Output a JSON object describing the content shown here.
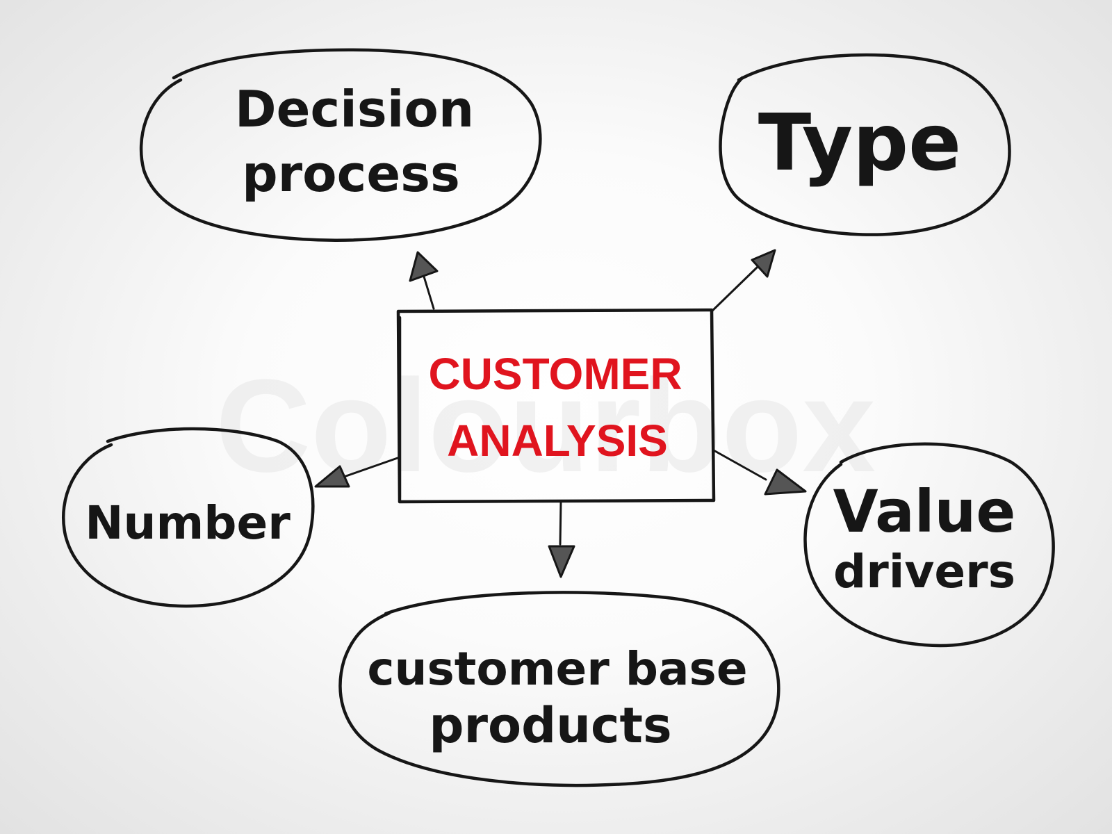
{
  "center": {
    "line1": "CUSTOMER",
    "line2": "ANALYSIS",
    "color": "#e0141e"
  },
  "branches": [
    {
      "id": "decision-process",
      "lines": [
        "Decision",
        "process"
      ]
    },
    {
      "id": "type",
      "lines": [
        "Type"
      ]
    },
    {
      "id": "number",
      "lines": [
        "Number"
      ]
    },
    {
      "id": "value-drivers",
      "lines": [
        "Value",
        "drivers"
      ]
    },
    {
      "id": "customer-base-products",
      "lines": [
        "customer base",
        "products"
      ]
    }
  ],
  "watermark": "Colourbox",
  "ink_color": "#161616"
}
